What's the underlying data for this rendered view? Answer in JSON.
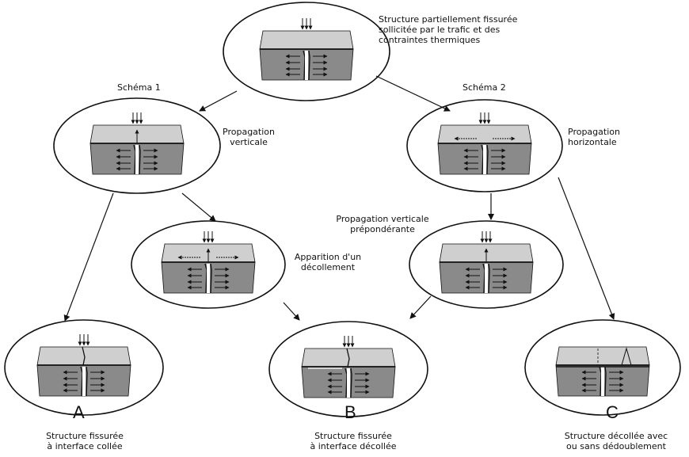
{
  "labels": {
    "top_desc": "Structure partiellement fissurée\nsollicitée par le trafic et des\ncontraintes thermiques",
    "schema1": "Schéma 1",
    "schema2": "Schéma 2",
    "prop_vert": "Propagation\nverticale",
    "prop_horiz": "Propagation\nhorizontale",
    "prop_vert_prep": "Propagation verticale\nprépondérante",
    "apparition": "Apparition d'un\ndécollement"
  },
  "outcomes": {
    "A": {
      "letter": "A",
      "caption": "Structure fissurée\nà interface collée"
    },
    "B": {
      "letter": "B",
      "caption": "Structure fissurée\nà interface décollée"
    },
    "C": {
      "letter": "C",
      "caption": "Structure décollée avec\nou sans dédoublement"
    }
  },
  "colors": {
    "top_layer": "#cfcfcf",
    "bottom_layer": "#8a8a8a",
    "stroke": "#111111",
    "background": "#ffffff"
  }
}
